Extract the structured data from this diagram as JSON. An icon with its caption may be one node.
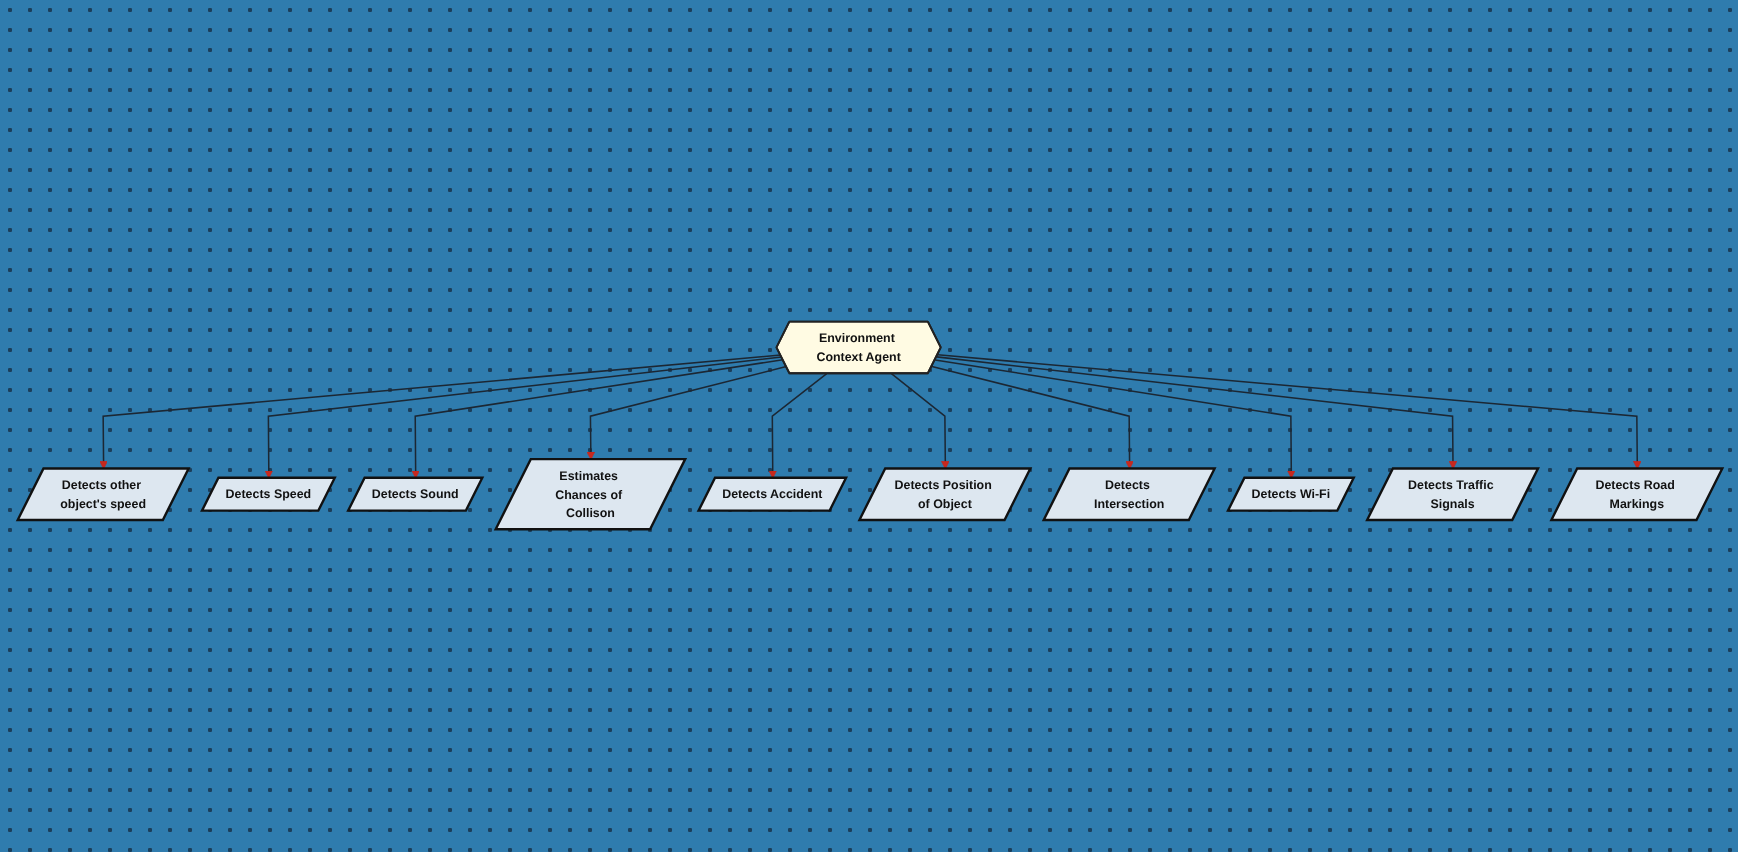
{
  "diagram": {
    "nodes": [
      {
        "text": [
          "Environment Context Agent"
        ]
      },
      {
        "text": [
          "Detects Speed"
        ]
      },
      {
        "text": [
          "Detects Sound"
        ]
      },
      {
        "text": [
          "Detects other object's speed"
        ]
      },
      {
        "text": [
          "Estimates Chances of Collison"
        ]
      },
      {
        "text": [
          "Detects Accident"
        ]
      },
      {
        "text": [
          "Detects Position of Object"
        ]
      },
      {
        "text": [
          "Detects Intersection"
        ]
      },
      {
        "text": [
          "Detects Road Markings"
        ]
      },
      {
        "text": [
          "Detects Wi-Fi"
        ]
      },
      {
        "text": [
          "Detects Traffic Signals"
        ]
      }
    ],
    "edges": [
      {
        "from": 0,
        "to": 3,
        "arrow": "to"
      },
      {
        "from": 0,
        "to": 1,
        "arrow": "to"
      },
      {
        "from": 0,
        "to": 2,
        "arrow": "to"
      },
      {
        "from": 0,
        "to": 4,
        "arrow": "to"
      },
      {
        "from": 0,
        "to": 5,
        "arrow": "to"
      },
      {
        "from": 0,
        "to": 6,
        "arrow": "to"
      },
      {
        "from": 0,
        "to": 7,
        "arrow": "to"
      },
      {
        "from": 0,
        "to": 9,
        "arrow": "to"
      },
      {
        "from": 0,
        "to": 10,
        "arrow": "to"
      },
      {
        "from": 0,
        "to": 8,
        "arrow": "to"
      }
    ]
  }
}
